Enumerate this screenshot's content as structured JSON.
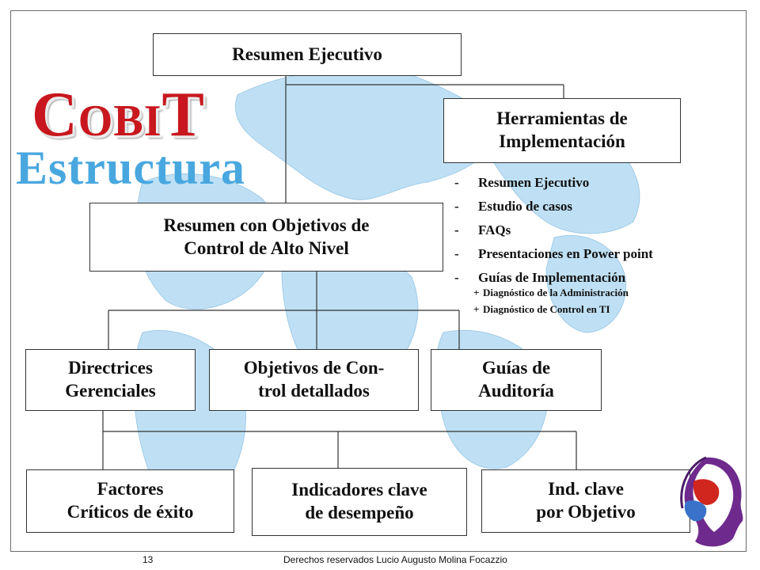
{
  "logo": {
    "c1": "C",
    "obi": "OBI",
    "t": "T"
  },
  "subtitle": "Estructura",
  "boxes": {
    "resumen_ejecutivo": "Resumen Ejecutivo",
    "herramientas": {
      "line1": "Herramientas de",
      "line2": "Implementación"
    },
    "resumen_objetivos": {
      "line1": "Resumen con Objetivos de",
      "line2": "Control de Alto Nivel"
    },
    "directrices": {
      "line1": "Directrices",
      "line2": "Gerenciales"
    },
    "objetivos_detallados": {
      "line1": "Objetivos de Con-",
      "line2": "trol detallados"
    },
    "guias_auditoria": {
      "line1": "Guías de",
      "line2": "Auditoría"
    },
    "factores": {
      "line1": "Factores",
      "line2": "Críticos de éxito"
    },
    "indicadores": {
      "line1": "Indicadores clave",
      "line2": "de desempeño"
    },
    "ind_objetivo": {
      "line1": "Ind. clave",
      "line2": "por Objetivo"
    }
  },
  "tools": {
    "dash": "-",
    "items": [
      "Resumen Ejecutivo",
      "Estudio de casos",
      "FAQs",
      "Presentaciones en Power point",
      "Guías de Implementación"
    ],
    "sub_marker": "+",
    "sub_items": [
      "Diagnóstico de la Administración",
      "Diagnóstico de Control en TI"
    ]
  },
  "footer": {
    "page": "13",
    "copyright": "Derechos reservados Lucio Augusto Molina Focazzio"
  },
  "colors": {
    "logo_red": "#c8171e",
    "subtitle_blue": "#49a7df",
    "map_blue": "#a9d5ef"
  }
}
